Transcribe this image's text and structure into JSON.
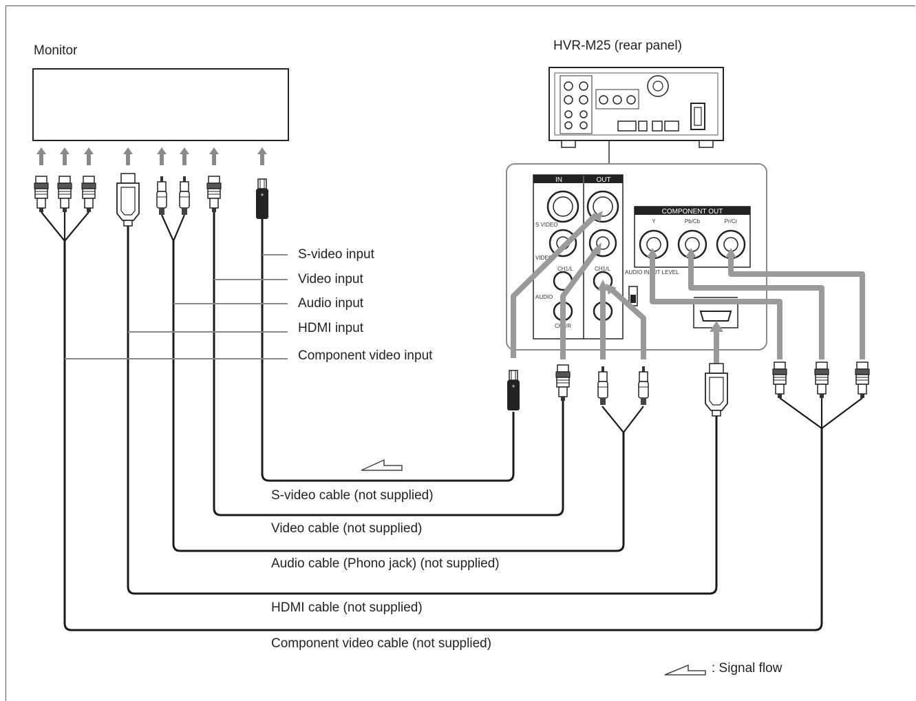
{
  "monitor": {
    "title": "Monitor"
  },
  "device": {
    "title": "HVR-M25 (rear panel)",
    "panel": {
      "in_label": "IN",
      "out_label": "OUT",
      "component_out_label": "COMPONENT OUT",
      "y_label": "Y",
      "pb_label": "Pb/Cb",
      "pr_label": "Pr/Cr",
      "svideo_label": "S VIDEO",
      "video_label": "VIDEO",
      "audio_label": "AUDIO",
      "ch1_label": "CH1/L",
      "ch2_label": "CH2/R",
      "audio_level_label": "AUDIO INPUT LEVEL"
    }
  },
  "inputs": {
    "svideo": "S-video input",
    "video": "Video input",
    "audio": "Audio input",
    "hdmi": "HDMI input",
    "component": "Component video input"
  },
  "cables": {
    "svideo": "S-video cable (not supplied)",
    "video": "Video cable (not supplied)",
    "audio": "Audio cable (Phono jack) (not supplied)",
    "hdmi": "HDMI cable (not supplied)",
    "component": "Component video cable (not supplied)"
  },
  "legend": {
    "signal_flow": ": Signal flow"
  },
  "colors": {
    "line": "#1a1a1a",
    "arrow": "#9a9a9a",
    "connector": "#333333"
  }
}
